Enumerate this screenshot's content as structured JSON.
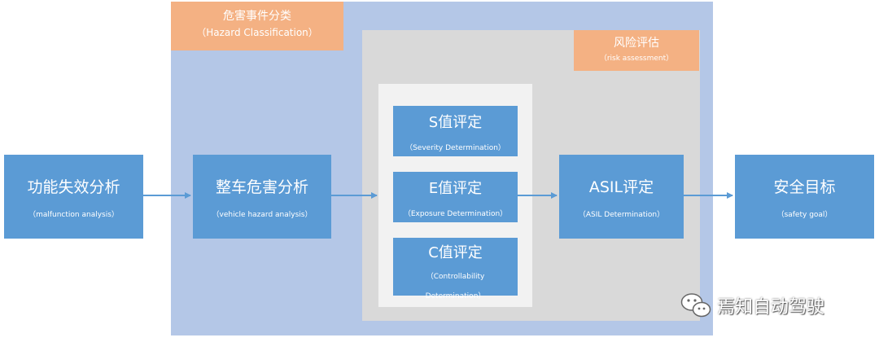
{
  "regions": {
    "hazard_classification": {
      "title_cn": "危害事件分类",
      "title_en": "（Hazard Classification）"
    },
    "risk_assessment": {
      "title_cn": "风险评估",
      "title_en": "（risk assessment）"
    }
  },
  "nodes": {
    "malfunction": {
      "title": "功能失效分析",
      "sub": "（malfunction analysis）"
    },
    "vehicle_hazard": {
      "title": "整车危害分析",
      "sub": "（vehicle hazard analysis）"
    },
    "s_value": {
      "title": "S值评定",
      "sub": "（Severity Determination）"
    },
    "e_value": {
      "title": "E值评定",
      "sub": "（Exposure Determination）"
    },
    "c_value": {
      "title": "C值评定",
      "sub": "（Controllability Determination）"
    },
    "asil": {
      "title": "ASIL评定",
      "sub": "（ASIL Determination）"
    },
    "safety_goal": {
      "title": "安全目标",
      "sub": "（safety goal）"
    }
  },
  "watermark": {
    "text": "焉知自动驾驶",
    "icon": "wechat-icon"
  },
  "colors": {
    "box": "#5b9bd5",
    "hazard_region": "#b4c7e7",
    "risk_region": "#d9d9d9",
    "tag": "#f4b183",
    "arrow": "#5b9bd5"
  }
}
